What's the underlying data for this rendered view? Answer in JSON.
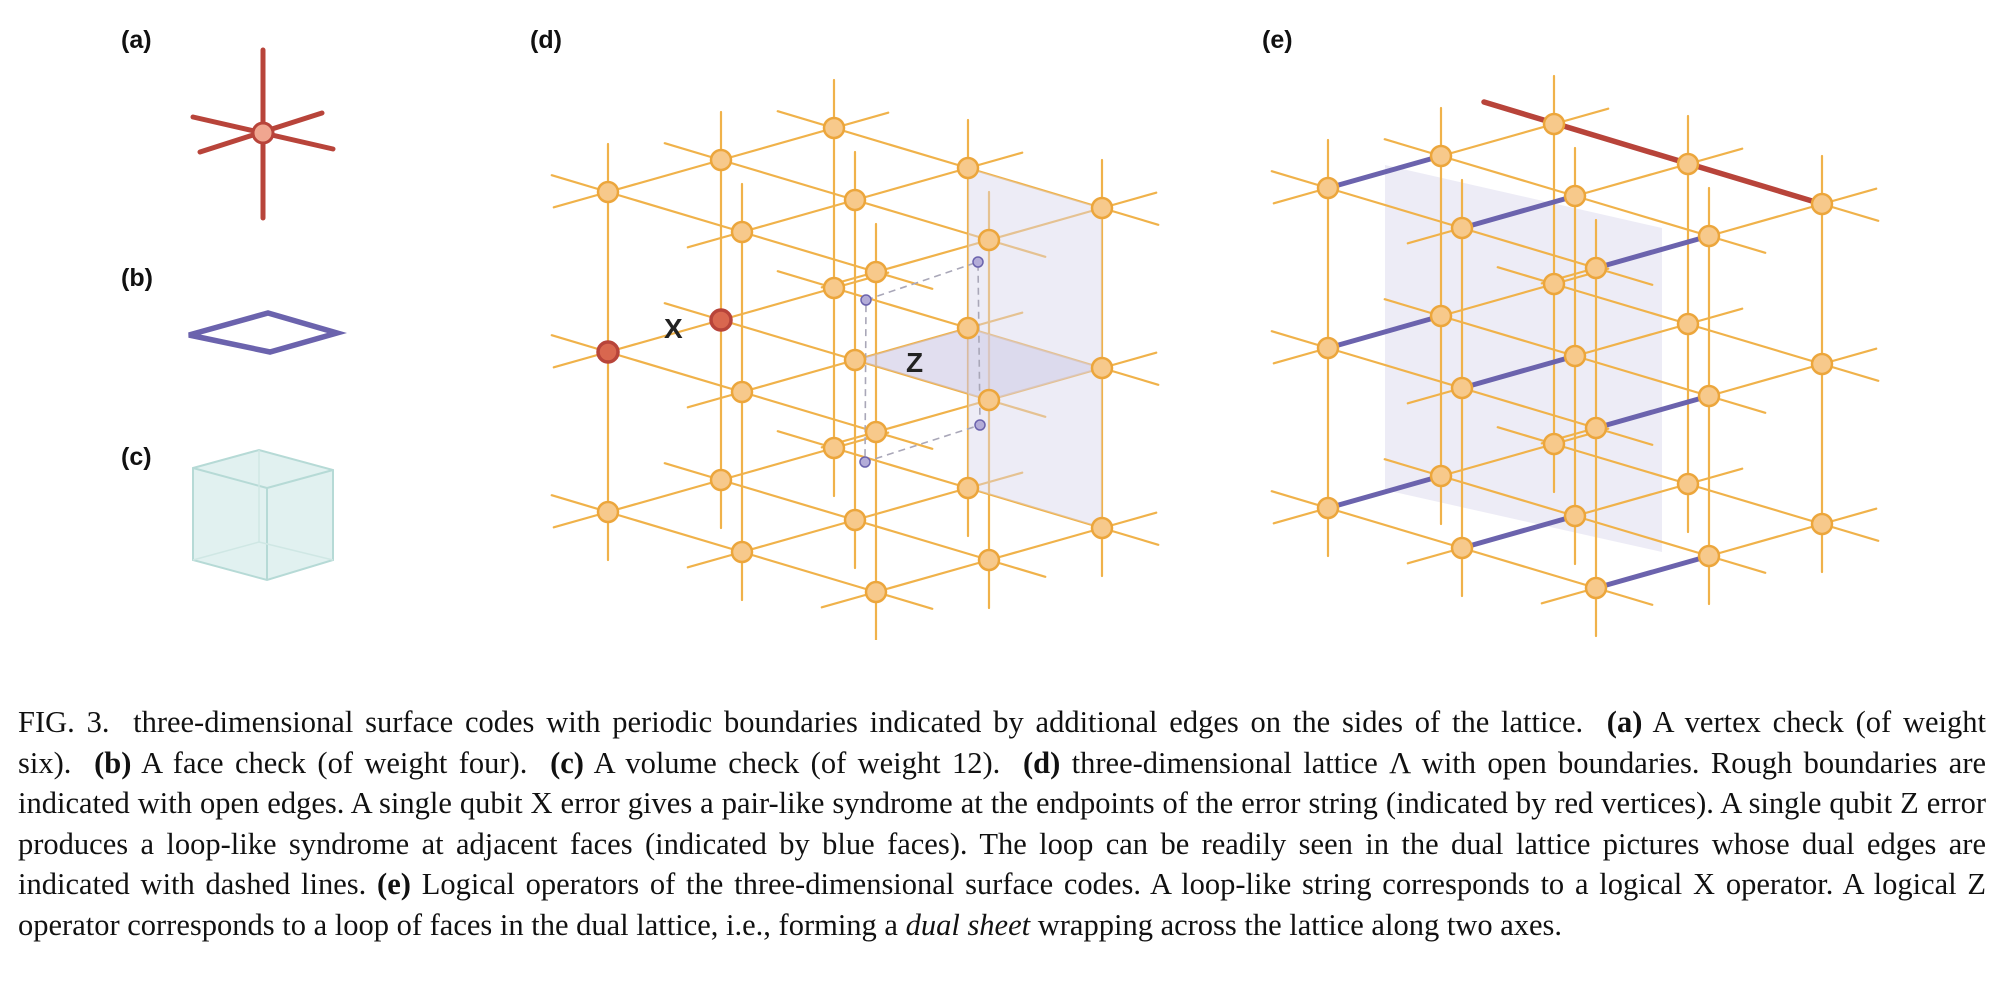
{
  "panels": {
    "a": "(a)",
    "b": "(b)",
    "c": "(c)",
    "d": "(d)",
    "e": "(e)"
  },
  "operators": {
    "x": "X",
    "z": "Z"
  },
  "colors": {
    "lattice": "#f0b24a",
    "vertex_fill": "#f7c98b",
    "vertex_stroke": "#eca63c",
    "error_red": "#b8443a",
    "face_blue": "#6b63ad",
    "volume_fill": "#e1f1f0",
    "sheet": "#e6e4f2"
  },
  "caption": {
    "fig": "FIG. 3.",
    "intro": "three-dimensional surface codes with periodic boundaries indicated by additional edges on the sides of the lattice.",
    "a_label": "(a)",
    "a_text": "A vertex check (of weight six).",
    "b_label": "(b)",
    "b_text": "A face check (of weight four).",
    "c_label": "(c)",
    "c_text": "A volume check (of weight 12).",
    "d_label": "(d)",
    "d_text": "three-dimensional lattice Λ with open boundaries. Rough boundaries are indicated with open edges. A single qubit X error gives a pair-like syndrome at the endpoints of the error string (indicated by red vertices). A single qubit Z error produces a loop-like syndrome at adjacent faces (indicated by blue faces). The loop can be readily seen in the dual lattice pictures whose dual edges are indicated with dashed lines.",
    "e_label": "(e)",
    "e_text_1": "Logical operators of the three-dimensional surface codes. A loop-like string corresponds to a logical X operator. A logical Z operator corresponds to a loop of faces in the dual lattice, i.e., forming a",
    "e_italic": "dual sheet",
    "e_text_2": "wrapping across the lattice along two axes."
  }
}
